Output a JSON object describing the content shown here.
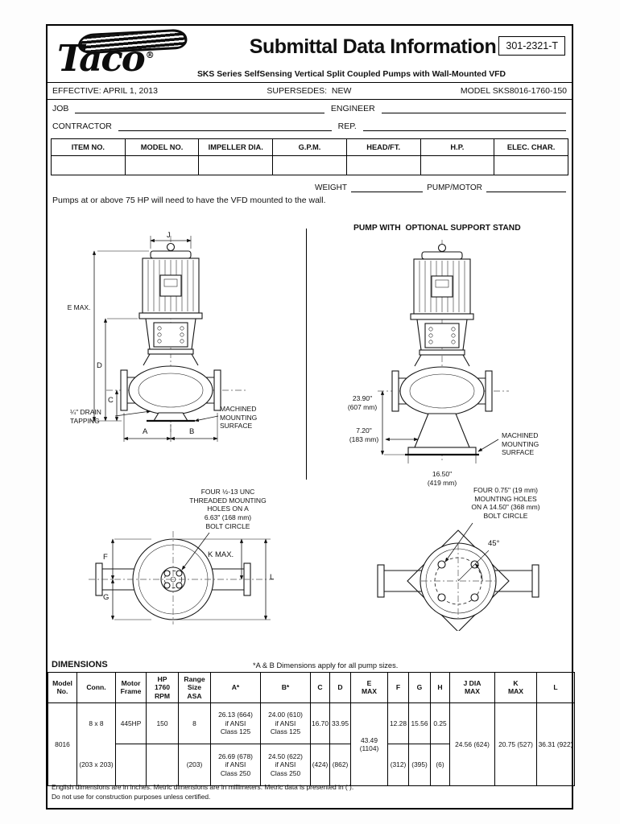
{
  "header": {
    "logo_text": "Taco",
    "registered": "®",
    "title": "Submittal Data Information",
    "doc_number": "301-2321-T",
    "subtitle": "SKS Series SelfSensing Vertical Split Coupled Pumps with Wall-Mounted VFD"
  },
  "meta": {
    "effective": "EFFECTIVE: APRIL 1, 2013",
    "supersedes": "SUPERSEDES:  NEW",
    "model": "MODEL SKS8016-1760-150"
  },
  "form": {
    "job": "JOB",
    "engineer": "ENGINEER",
    "contractor": "CONTRACTOR",
    "rep": "REP.",
    "weight": "WEIGHT",
    "pump_motor": "PUMP/MOTOR"
  },
  "spec_table": {
    "headers": [
      "ITEM NO.",
      "MODEL NO.",
      "IMPELLER DIA.",
      "G.P.M.",
      "HEAD/FT.",
      "H.P.",
      "ELEC. CHAR."
    ]
  },
  "note": "Pumps at or above 75 HP will need to have the VFD mounted to the wall.",
  "figures": {
    "left_pump": {
      "j": "J",
      "e_max": "E MAX.",
      "d": "D",
      "c": "C",
      "a": "A",
      "b": "B",
      "drain": "¼\" DRAIN\nTAPPING",
      "mounting": "MACHINED\nMOUNTING\nSURFACE"
    },
    "right_pump": {
      "title": "PUMP WITH  OPTIONAL SUPPORT STAND",
      "dim1": "23.90\"\n(607 mm)",
      "dim2": "7.20\"\n(183 mm)",
      "dim3": "16.50\"\n(419 mm)",
      "mounting": "MACHINED\nMOUNTING\nSURFACE"
    },
    "left_top_view": {
      "note": "FOUR ½-13 UNC\nTHREADED MOUNTING\nHOLES ON A\n6.63\" (168 mm)\nBOLT CIRCLE",
      "f": "F",
      "g": "G",
      "k_max": "K MAX.",
      "l": "L"
    },
    "right_top_view": {
      "note": "FOUR 0.75\" (19 mm)\nMOUNTING HOLES\nON A 14.50\" (368 mm)\nBOLT CIRCLE",
      "angle": "45°"
    }
  },
  "dimensions": {
    "title": "DIMENSIONS",
    "note": "*A & B Dimensions apply for all pump sizes.",
    "headers": [
      "Model\nNo.",
      "Conn.",
      "Motor\nFrame",
      "HP\n1760 RPM",
      "Range\nSize ASA",
      "A*",
      "B*",
      "C",
      "D",
      "E\nMAX",
      "F",
      "G",
      "H",
      "J DIA\nMAX",
      "K\nMAX",
      "L"
    ],
    "row": {
      "model": "8016",
      "conn_top": "8 x 8",
      "conn_bottom": "(203 x 203)",
      "motor_frame": "445HP",
      "hp": "150",
      "range_top": "8",
      "range_bottom": "(203)",
      "a_top": "26.13 (664)\nif ANSI\nClass 125",
      "a_bottom": "26.69 (678)\nif ANSI\nClass 250",
      "b_top": "24.00 (610)\nif ANSI\nClass 125",
      "b_bottom": "24.50 (622)\nif ANSI\nClass 250",
      "c_top": "16.70",
      "c_bottom": "(424)",
      "d_top": "33.95",
      "d_bottom": "(862)",
      "e_max": "43.49 (1104)",
      "f_top": "12.28",
      "f_bottom": "(312)",
      "g_top": "15.56",
      "g_bottom": "(395)",
      "h_top": "0.25",
      "h_bottom": "(6)",
      "j_dia_max": "24.56 (624)",
      "k_max": "20.75 (527)",
      "l": "36.31 (922)"
    }
  },
  "footer": {
    "line1": "English dimensions are in inches. Metric dimensions are in millimeters. Metric data is presented in (     ).",
    "line2": "Do not use for construction purposes unless certified."
  }
}
